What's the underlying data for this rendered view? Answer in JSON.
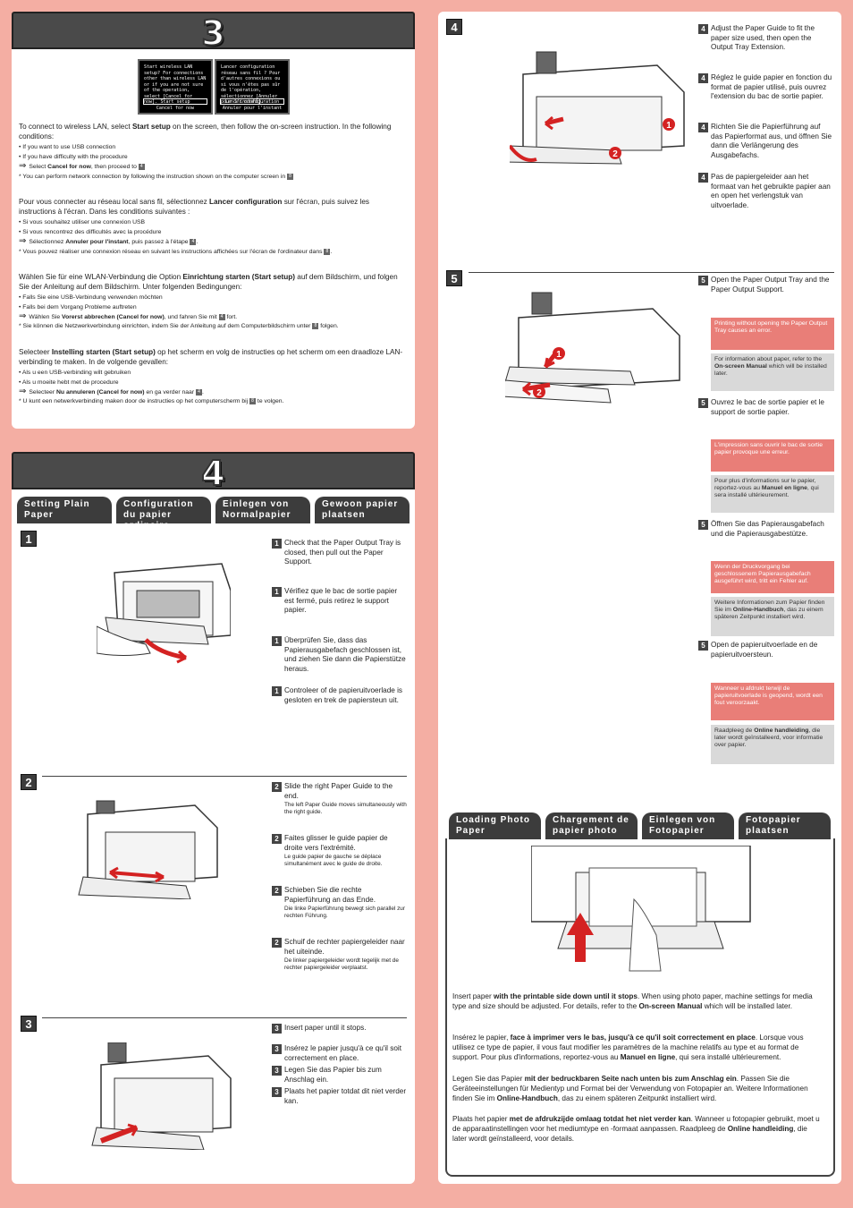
{
  "section3": {
    "number": "3",
    "lcd_en": {
      "text": "Start wireless LAN setup? For connections other than wireless LAN or if you are not sure of the operation, select [Cancel for now].",
      "opt1": "Start setup",
      "opt2": "Cancel for now"
    },
    "lcd_fr": {
      "text": "Lancer configuration réseau sans fil ? Pour d'autres connexions ou si vous n'êtes pas sûr de l'opération, sélectionnez [Annuler pour l'instant].",
      "opt1": "Lancer configuration",
      "opt2": "Annuler pour l'instant"
    },
    "en": {
      "intro_a": "To connect to wireless LAN, select ",
      "intro_b": "Start setup",
      "intro_c": " on the screen, then follow the on-screen instruction. In the following conditions:",
      "b1": "•  If you want to use USB connection",
      "b2": "•  If you have difficulty with the procedure",
      "arrow_a": "Select ",
      "arrow_b": "Cancel for now",
      "arrow_c": ", then proceed to ",
      "note": "*  You can perform network connection by following the instruction shown on the computer screen in "
    },
    "fr": {
      "intro_a": "Pour vous connecter au réseau local sans fil, sélectionnez ",
      "intro_b": "Lancer configuration",
      "intro_c": " sur l'écran, puis suivez les instructions à l'écran. Dans les conditions suivantes :",
      "b1": "•  Si vous souhaitez utiliser une connexion USB",
      "b2": "•  Si vous rencontrez des difficultés avec la procédure",
      "arrow_a": "Sélectionnez ",
      "arrow_b": "Annuler pour l'instant",
      "arrow_c": ", puis passez à l'étape ",
      "note": "*  Vous pouvez réaliser une connexion réseau en suivant les instructions affichées sur l'écran de l'ordinateur dans "
    },
    "de": {
      "intro_a": "Wählen Sie für eine WLAN-Verbindung die Option ",
      "intro_b": "Einrichtung starten (Start setup)",
      "intro_c": " auf dem Bildschirm, und folgen Sie der Anleitung auf dem Bildschirm. Unter folgenden Bedingungen:",
      "b1": "•  Falls Sie eine USB-Verbindung verwenden möchten",
      "b2": "•  Falls bei dem Vorgang Probleme auftreten",
      "arrow_a": "Wählen Sie ",
      "arrow_b": "Vorerst abbrechen (Cancel for now)",
      "arrow_c": ", und fahren Sie mit ",
      "arrow_d": " fort.",
      "note": "*  Sie können die Netzwerkverbindung einrichten, indem Sie der Anleitung auf dem Computerbildschirm unter ",
      "note_end": " folgen."
    },
    "nl": {
      "intro_a": "Selecteer ",
      "intro_b": "Instelling starten (Start setup)",
      "intro_c": " op het scherm en volg de instructies op het scherm om een draadloze LAN-verbinding te maken. In de volgende gevallen:",
      "b1": "•  Als u een USB-verbinding wilt gebruiken",
      "b2": "•  Als u moeite hebt met de procedure",
      "arrow_a": "Selecteer ",
      "arrow_b": "Nu annuleren (Cancel for now)",
      "arrow_c": " en ga verder naar ",
      "note": "*  U kunt een netwerkverbinding maken door de instructies op het computerscherm bij ",
      "note_end": " te volgen."
    },
    "ref4": "4",
    "ref8": "8"
  },
  "section4": {
    "number": "4",
    "tabs": [
      "Setting Plain Paper",
      "Configuration du papier ordinaire",
      "Einlegen von Normalpapier",
      "Gewoon papier plaatsen"
    ],
    "step1": {
      "num": "1",
      "items": [
        "Check that the Paper Output Tray is closed, then pull out the Paper Support.",
        "Vérifiez que le bac de sortie papier est fermé, puis retirez le support papier.",
        "Überprüfen Sie, dass das Papierausgabefach geschlossen ist, und ziehen Sie dann die Papierstütze heraus.",
        "Controleer of de papieruitvoerlade is gesloten en trek de papiersteun uit."
      ]
    },
    "step2": {
      "num": "2",
      "items": [
        {
          "main": "Slide the right Paper Guide to the end.",
          "sub": "The left Paper Guide moves simultaneously with the right guide."
        },
        {
          "main": "Faites glisser le guide papier de droite vers l'extrémité.",
          "sub": "Le guide papier de gauche se déplace simultanément avec le guide de droite."
        },
        {
          "main": "Schieben Sie die rechte Papierführung an das Ende.",
          "sub": "Die linke Papierführung bewegt sich parallel zur rechten Führung."
        },
        {
          "main": "Schuif de rechter papiergeleider naar het uiteinde.",
          "sub": "De linker papiergeleider wordt tegelijk met de rechter papiergeleider verplaatst."
        }
      ]
    },
    "step3": {
      "num": "3",
      "items": [
        "Insert paper until it stops.",
        "Insérez le papier jusqu'à ce qu'il soit correctement en place.",
        "Legen Sie das Papier bis zum Anschlag ein.",
        "Plaats het papier totdat dit niet verder kan."
      ]
    }
  },
  "right": {
    "step4": {
      "num": "4",
      "items": [
        "Adjust the Paper Guide to fit the paper size used, then open the Output Tray Extension.",
        "Réglez le guide papier en fonction du format de papier utilisé, puis ouvrez l'extension du bac de sortie papier.",
        "Richten Sie die Papierführung auf das Papierformat aus, und öffnen Sie dann die Verlängerung des Ausgabefachs.",
        "Pas de papiergeleider aan het formaat van het gebruikte papier aan en open het verlengstuk van uitvoerlade."
      ]
    },
    "step5": {
      "num": "5",
      "en": "Open the Paper Output Tray and the Paper Output Support.",
      "en_red": "Printing without opening the Paper Output Tray causes an error.",
      "en_gray_a": "For information about paper, refer to the ",
      "en_gray_b": "On-screen Manual",
      "en_gray_c": " which will be installed later.",
      "fr": "Ouvrez le bac de sortie papier et le support de sortie papier.",
      "fr_red": "L'impression sans ouvrir le bac de sortie papier provoque une erreur.",
      "fr_gray_a": "Pour plus d'informations sur le papier, reportez-vous au ",
      "fr_gray_b": "Manuel en ligne",
      "fr_gray_c": ", qui sera installé ultérieurement.",
      "de": "Öffnen Sie das Papierausgabefach und die Papierausgabestütze.",
      "de_red": "Wenn der Druckvorgang bei geschlossenem Papierausgabefach ausgeführt wird, tritt ein Fehler auf.",
      "de_gray_a": "Weitere Informationen zum Papier finden Sie im ",
      "de_gray_b": "Online-Handbuch",
      "de_gray_c": ", das zu einem späteren Zeitpunkt installiert wird.",
      "nl": "Open de papieruitvoerlade en de papieruitvoersteun.",
      "nl_red": "Wanneer u afdrukt terwijl de papieruitvoerlade is geopend, wordt een fout veroorzaakt.",
      "nl_gray_a": "Raadpleeg de ",
      "nl_gray_b": "Online handleiding",
      "nl_gray_c": ", die later wordt geïnstalleerd, voor informatie over papier."
    },
    "photo": {
      "tabs": [
        "Loading Photo Paper",
        "Chargement de papier photo",
        "Einlegen von Fotopapier",
        "Fotopapier plaatsen"
      ],
      "en_a": "Insert paper ",
      "en_b": "with the printable side down until it stops",
      "en_c": ". When using photo paper, machine settings for media type and size should be adjusted. For details, refer to the ",
      "en_d": "On-screen Manual",
      "en_e": " which will be installed later.",
      "fr_a": "Insérez le papier, ",
      "fr_b": "face à imprimer vers le bas, jusqu'à ce qu'il soit correctement en place",
      "fr_c": ". Lorsque vous utilisez ce type de papier, il vous faut modifier les paramètres de la machine relatifs au type et au format de support. Pour plus d'informations, reportez-vous au ",
      "fr_d": "Manuel en ligne",
      "fr_e": ", qui sera installé ultérieurement.",
      "de_a": "Legen Sie das Papier ",
      "de_b": "mit der bedruckbaren Seite nach unten bis zum Anschlag ein",
      "de_c": ". Passen Sie die Geräteeinstellungen für Medientyp und Format bei der Verwendung von Fotopapier an. Weitere Informationen finden Sie im ",
      "de_d": "Online-Handbuch",
      "de_e": ", das zu einem späteren Zeitpunkt installiert wird.",
      "nl_a": "Plaats het papier ",
      "nl_b": "met de afdrukzijde omlaag totdat het niet verder kan",
      "nl_c": ". Wanneer u fotopapier gebruikt, moet u de apparaatinstellingen voor het mediumtype en -formaat aanpassen. Raadpleeg de ",
      "nl_d": "Online handleiding",
      "nl_e": ", die later wordt geïnstalleerd, voor details."
    },
    "callout1": "1",
    "callout2": "2"
  }
}
